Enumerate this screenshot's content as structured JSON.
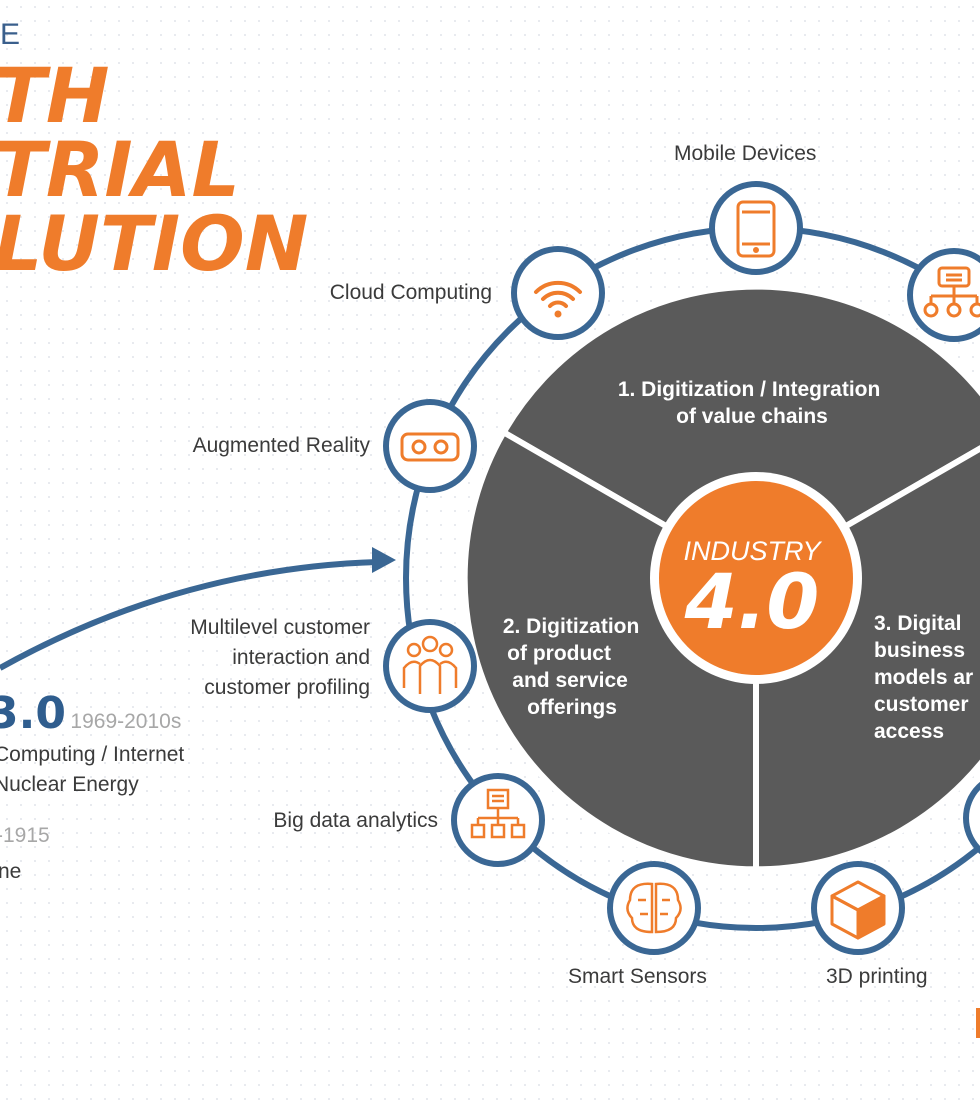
{
  "header": {
    "kicker": "E",
    "title_lines": [
      "TH",
      "TRIAL",
      "LUTION"
    ]
  },
  "era3": {
    "number": "3.0",
    "years": "1969-2010s",
    "lines": [
      "Computing / Internet",
      "Nuclear Energy"
    ]
  },
  "era2": {
    "years": "-1915",
    "text": "ne"
  },
  "center": {
    "label": "INDUSTRY",
    "number": "4.0",
    "accent": "#ef7c2b"
  },
  "sectors": [
    {
      "lines": [
        "1. Digitization / Integration",
        "of value chains"
      ]
    },
    {
      "lines": [
        "2. Digitization",
        "of product",
        "and service",
        "offerings"
      ]
    },
    {
      "lines": [
        "3. Digital",
        "business",
        "models ar",
        "customer",
        "access"
      ]
    }
  ],
  "technologies": [
    {
      "label": "Mobile Devices",
      "icon": "mobile-phone-icon"
    },
    {
      "label": "",
      "icon": "network-hierarchy-icon"
    },
    {
      "label": "Cloud Computing",
      "icon": "wifi-icon"
    },
    {
      "label": "Augmented Reality",
      "icon": "vr-goggles-icon"
    },
    {
      "label_lines": [
        "Multilevel customer",
        "interaction and",
        "customer profiling"
      ],
      "icon": "people-group-icon"
    },
    {
      "label": "Big data analytics",
      "icon": "factory-network-icon"
    },
    {
      "label": "Smart Sensors",
      "icon": "brain-circuit-icon"
    },
    {
      "label": "3D printing",
      "icon": "3d-cube-icon"
    }
  ],
  "colors": {
    "ring": "#3a6794",
    "orange": "#ef7c2b",
    "sector_fill": "#5a5a5a",
    "era_blue": "#2f5d8e"
  }
}
